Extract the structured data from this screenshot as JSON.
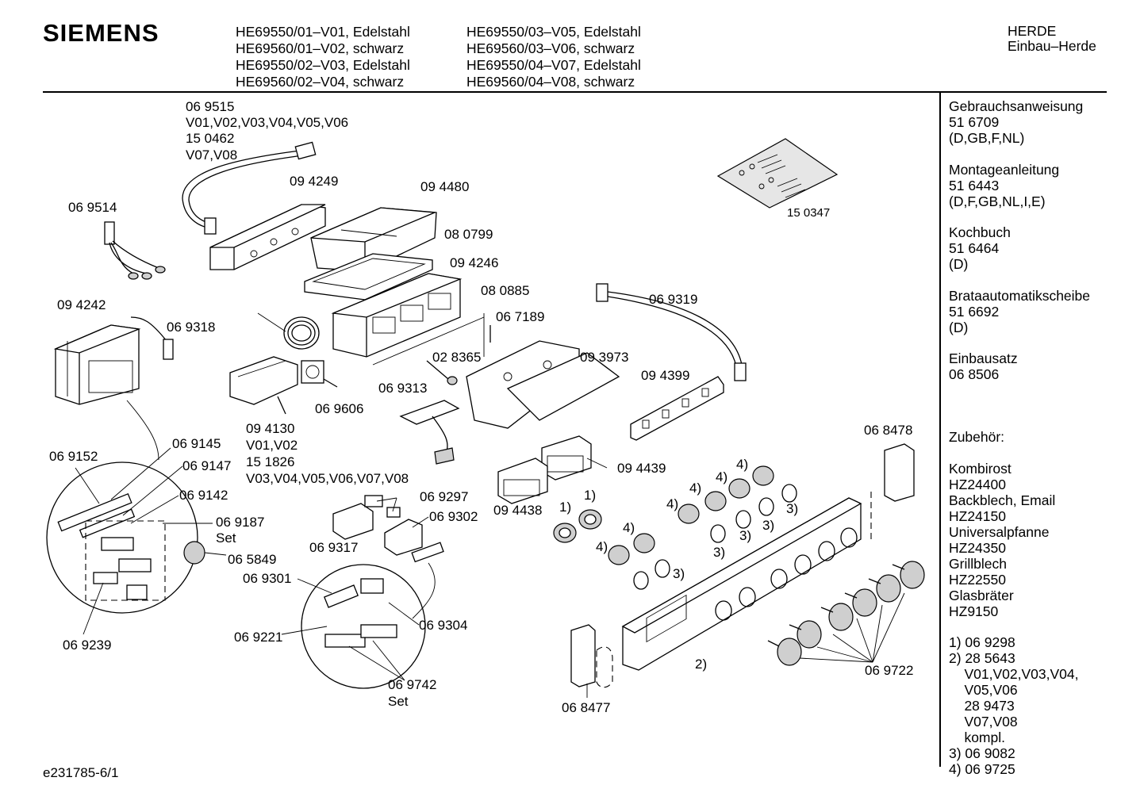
{
  "header": {
    "brand": "SIEMENS",
    "models_left": [
      "HE69550/01–V01, Edelstahl",
      "HE69560/01–V02, schwarz",
      "HE69550/02–V03, Edelstahl",
      "HE69560/02–V04, schwarz"
    ],
    "models_right": [
      "HE69550/03–V05, Edelstahl",
      "HE69560/03–V06, schwarz",
      "HE69550/04–V07, Edelstahl",
      "HE69560/04–V08, schwarz"
    ],
    "category": [
      "HERDE",
      "Einbau–Herde"
    ]
  },
  "sidebar": {
    "blocks": [
      [
        "Gebrauchsanweisung",
        "51 6709",
        "(D,GB,F,NL)"
      ],
      [
        "Montageanleitung",
        "51 6443",
        "(D,F,GB,NL,I,E)"
      ],
      [
        "Kochbuch",
        "51 6464",
        "(D)"
      ],
      [
        "Brataautomatikscheibe",
        "51 6692",
        "(D)"
      ],
      [
        "Einbausatz",
        "06 8506"
      ],
      [
        ""
      ],
      [
        "Zubehör:"
      ],
      [
        "Kombirost",
        "HZ24400",
        "Backblech, Email",
        "HZ24150",
        "Universalpfanne",
        "HZ24350",
        "Grillblech",
        "HZ22550",
        "Glasbräter",
        "HZ9150"
      ],
      [
        "1) 06 9298",
        "2) 28 5643",
        "    V01,V02,V03,V04,",
        "    V05,V06",
        "    28 9473",
        "    V07,V08",
        "    kompl.",
        "3) 06 9082",
        "4) 06 9725"
      ]
    ]
  },
  "footer": {
    "doc_id": "e231785-6/1"
  },
  "labels": {
    "l1": "06 9515",
    "l2": "V01,V02,V03,V04,V05,V06",
    "l3": "15 0462",
    "l4": "V07,V08",
    "l5": "09 4249",
    "l6": "09 4480",
    "l7": "06 9514",
    "l8": "08 0799",
    "l9": "09 4246",
    "l10": "15 0347",
    "l11": "08 0885",
    "l12": "09 4242",
    "l13": "06 9318",
    "l14": "06 7189",
    "l15": "06 9319",
    "l16": "02 8365",
    "l17": "09 3973",
    "l18": "09 4399",
    "l19": "06 9313",
    "l20": "06 9606",
    "l21": "09 4130",
    "l22": "V01,V02",
    "l23": "15 1826",
    "l24": "V03,V04,V05,V06,V07,V08",
    "l25": "06 9145",
    "l26": "06 9152",
    "l27": "06 9147",
    "l28": "06 9142",
    "l29": "06 9187",
    "l30": "Set",
    "l31": "06 5849",
    "l32": "06 9239",
    "l33": "06 9297",
    "l34": "06 9302",
    "l35": "06 9317",
    "l36": "06 9301",
    "l37": "06 9221",
    "l38": "06 9304",
    "l39": "06 9742",
    "l40": "Set",
    "l41": "09 4439",
    "l42": "09 4438",
    "l43": "06 8478",
    "l44": "06 8477",
    "l45": "06 9722",
    "n1a": "1)",
    "n1b": "1)",
    "n4a": "4)",
    "n4b": "4)",
    "n4c": "4)",
    "n4d": "4)",
    "n4e": "4)",
    "n4f": "4)",
    "n3a": "3)",
    "n3b": "3)",
    "n3c": "3)",
    "n3d": "3)",
    "n3e": "3)",
    "n2": "2)"
  }
}
